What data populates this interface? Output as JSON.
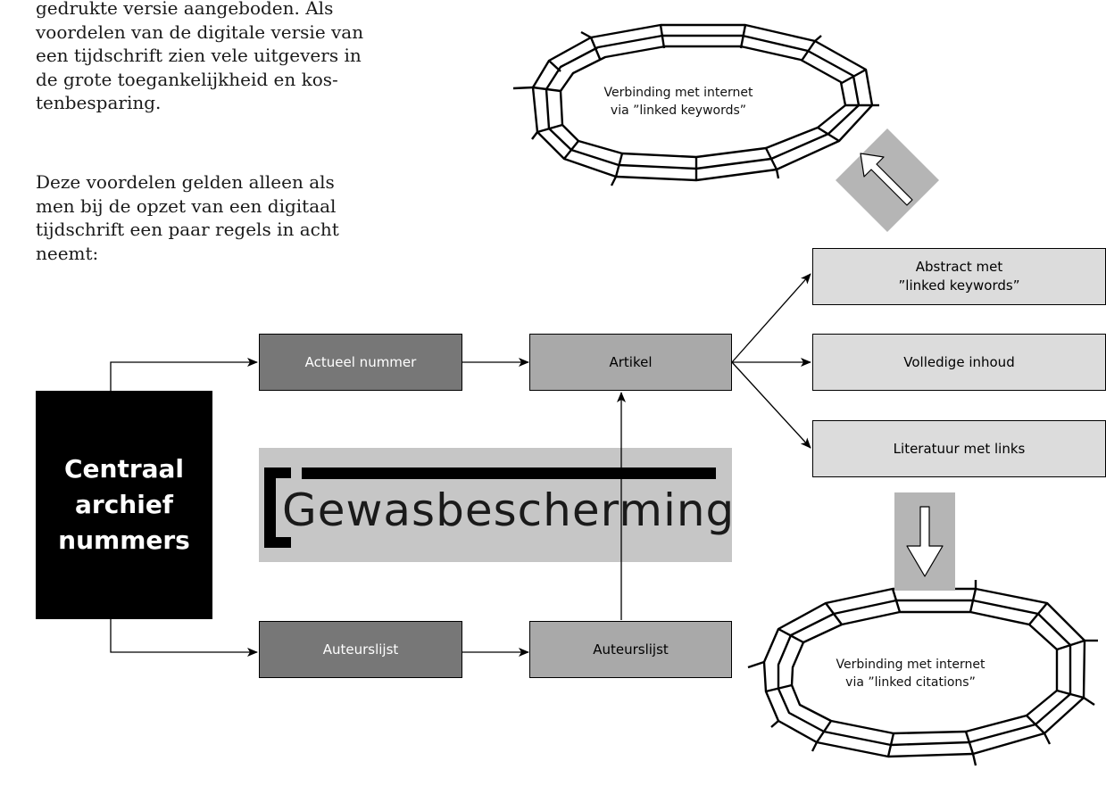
{
  "intro": {
    "paragraph1": [
      "gedrukte versie aangeboden. Als",
      "voordelen van de digitale versie van",
      "een tijdschrift zien vele uitgevers in",
      "de grote toegankelijkheid en kos-",
      "tenbesparing."
    ],
    "paragraph2": [
      "Deze voordelen gelden alleen als",
      "men bij de opzet van een digitaal",
      "tijdschrift een paar regels in acht",
      "neemt:"
    ]
  },
  "diagram": {
    "archive": [
      "Centraal",
      "archief",
      "nummers"
    ],
    "actueel_nummer": "Actueel nummer",
    "auteurslijst_1": "Auteurslijst",
    "artikel": "Artikel",
    "auteurslijst_2": "Auteurslijst",
    "abstract": [
      "Abstract met",
      "”linked keywords”"
    ],
    "volledige_inhoud": "Volledige inhoud",
    "literatuur": "Literatuur met links",
    "logo": "Gewasbescherming",
    "web_top": [
      "Verbinding met internet",
      "via ”linked keywords”"
    ],
    "web_bottom": [
      "Verbinding met internet",
      "via ”linked citations”"
    ]
  },
  "colors": {
    "dark_box": "#777777",
    "mid_box": "#a9a9a9",
    "light_box": "#dcdcdc",
    "logo_bg": "#c6c6c6",
    "archive_bg": "#000000"
  },
  "icons": [
    "web-icon-top",
    "web-icon-bottom",
    "arrow-up-left-icon",
    "arrow-down-icon"
  ]
}
